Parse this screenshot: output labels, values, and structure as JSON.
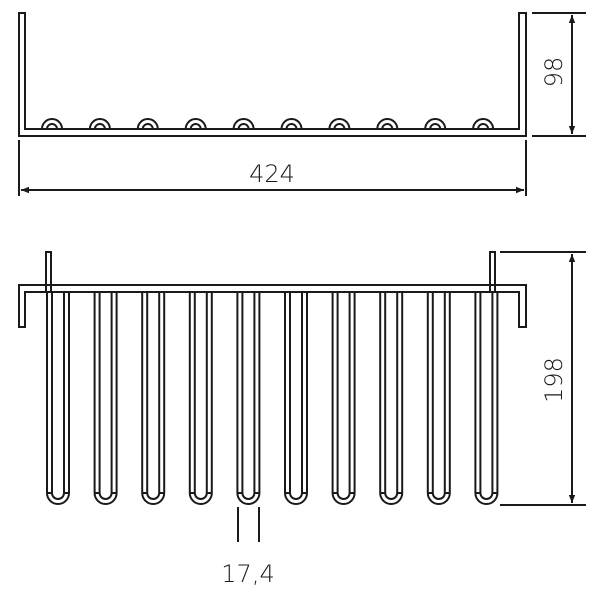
{
  "drawing": {
    "top_view": {
      "width_label": "424",
      "height_label": "98",
      "loop_count": 10
    },
    "front_view": {
      "depth_label": "198",
      "pitch_label": "17,4",
      "loop_count": 10
    },
    "line_color": "#1a1a1a"
  }
}
